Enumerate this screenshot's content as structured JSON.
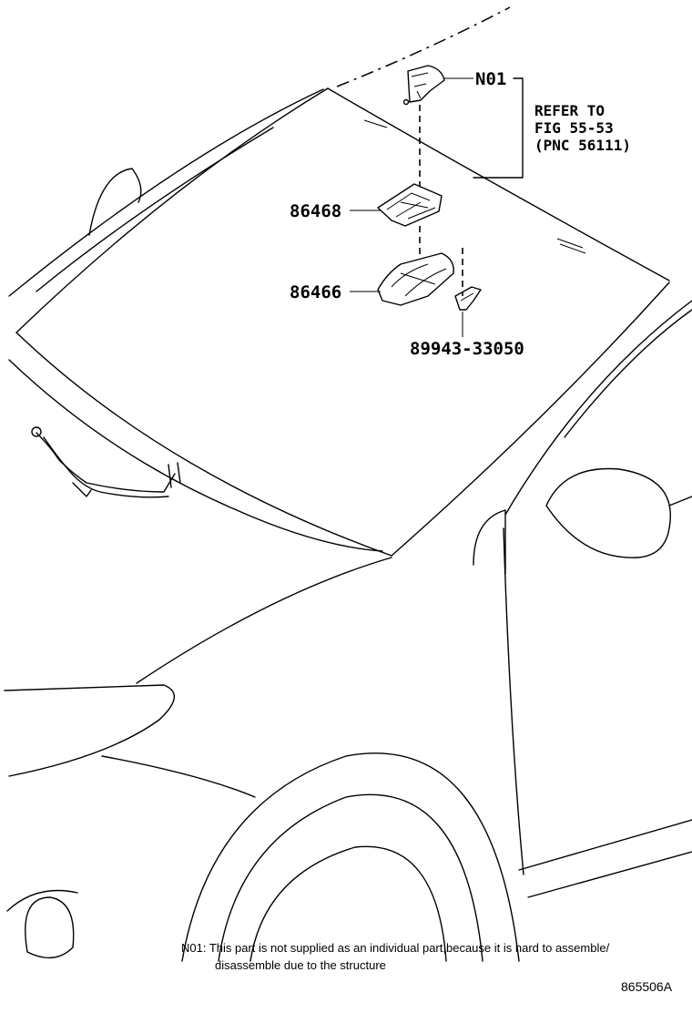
{
  "parts": {
    "n01": "N01",
    "p86468": "86468",
    "p86466": "86466",
    "p89943": "89943-33050"
  },
  "refer": {
    "line1": "REFER TO",
    "line2": "FIG 55-53",
    "line3": "(PNC 56111)"
  },
  "note": {
    "line1": "N01: This part is not supplied as an individual part,because it is hard to assemble/",
    "line2": "disassemble due to the structure"
  },
  "figure_id": "865506A"
}
